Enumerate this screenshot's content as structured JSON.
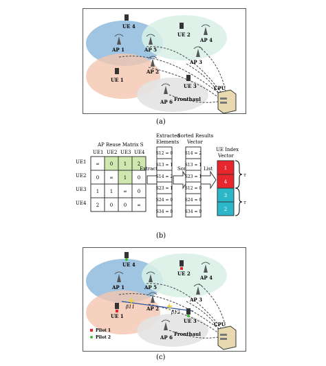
{
  "panel_a": {
    "ues": [
      "UE 4",
      "UE 2",
      "UE 1",
      "UE 3"
    ],
    "aps": [
      "AP 1",
      "AP 5",
      "AP 4",
      "AP 2",
      "AP 3",
      "AP 6"
    ],
    "cpu": "CPU",
    "fronthaul": "Fronthaul",
    "caption": "(a)"
  },
  "panel_b": {
    "matrix_title": "AP Reuse Matrix S",
    "col_headers": [
      "UE1",
      "UE2",
      "UE3",
      "UE4"
    ],
    "row_headers": [
      "UE1",
      "UE2",
      "UE3",
      "UE4"
    ],
    "cells": [
      [
        "∞",
        "0",
        "1",
        "2"
      ],
      [
        "0",
        "∞",
        "1",
        "0"
      ],
      [
        "1",
        "1",
        "∞",
        "0"
      ],
      [
        "2",
        "0",
        "0",
        "∞"
      ]
    ],
    "extract": "Extract",
    "sort": "Sort",
    "list": "List",
    "extracted_title": [
      "Extracted",
      "Elements"
    ],
    "extracted": [
      "S12 = 0",
      "S13 = 1",
      "S14 = 2",
      "S23 = 1",
      "S24 = 0",
      "S34 = 0"
    ],
    "sorted_title": [
      "Sorted Results",
      "Vector"
    ],
    "sorted": [
      "S14 = 2",
      "S13 = 1",
      "S23 = 1",
      "S12 = 0",
      "S24 = 0",
      "S34 = 0"
    ],
    "ue_index_title": [
      "UE Index",
      "Vector"
    ],
    "ue_index": [
      "1",
      "4",
      "3",
      "2"
    ],
    "ue_index_colors": [
      "#e8262e",
      "#e8262e",
      "#2bb7c8",
      "#2bb7c8"
    ],
    "brace_labels": [
      "τ",
      "τ"
    ],
    "caption": "(b)"
  },
  "panel_c": {
    "ues": [
      "UE 4",
      "UE 2",
      "UE 1",
      "UE 3"
    ],
    "aps": [
      "AP 1",
      "AP 5",
      "AP 4",
      "AP 2",
      "AP 3",
      "AP 6"
    ],
    "cpu": "CPU",
    "fronthaul": "Fronthaul",
    "betas": [
      "β11",
      "β12"
    ],
    "legend": [
      {
        "label": "Pilot 1",
        "color": "#e8262e"
      },
      {
        "label": "Pilot 2",
        "color": "#3cc03c"
      }
    ],
    "caption": "(c)"
  }
}
